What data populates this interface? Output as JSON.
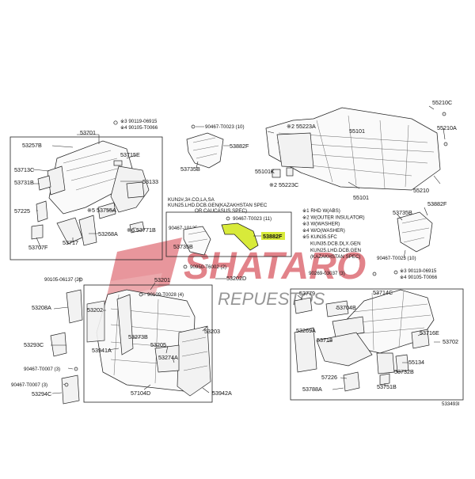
{
  "diagram": {
    "code": "533493I"
  },
  "watermark": {
    "brand": "SHATARO",
    "sub": "REPUESTOS",
    "color": "#cc1f2b"
  },
  "highlight": {
    "label": "53882F",
    "color": "#d8ea3a"
  },
  "notes_upper": {
    "k1": "KUN2#,3#.CO,LA,SA",
    "k2": "KUN25.LHD.DCB.GEN(KAZAKHSTAN SPEC",
    "k3": "OR CAUCASUS SPEC)"
  },
  "legend": [
    "※1 RHD W(ABS)",
    "※2 W(OUTER INSULATOR)",
    "※3 W(WASHER)",
    "※4 W/O(WASHER)",
    "※5 KUN35.5FC",
    "KUN35.DCB.DLX.GEN",
    "KUN25.LHD.DCB.GEN",
    "(KAZAKHSTAN SPEC)"
  ],
  "labels": {
    "p53701": "53701",
    "p53257B": "53257B",
    "p53713C": "53713C",
    "p53731B": "53731B",
    "p57225": "57225",
    "p53707F": "53707F",
    "p53717": "53717",
    "p53715E": "53715E",
    "p53133": "53133",
    "p53755A": "※5 53755A",
    "p53771B": "※6 53771B",
    "p53268A": "53268A",
    "s1": "※3 90119-06915",
    "s2": "※4 90105-T0066",
    "p90467a": "90467-T0023 (10)",
    "p53882Fa": "53882F",
    "p53735Ba": "53735B",
    "p90467b": "90467-T0023 (11)",
    "p90467c": "90467-10135",
    "p53735Bb": "53735B",
    "p90950": "90950-T6002 (2)",
    "p53202D": "53202D",
    "p55223A": "※2 55223A",
    "p55101": "55101",
    "p55101K": "55101K",
    "p55223C": "※2 55223C",
    "p55210C": "55210C",
    "p55210A": "55210A",
    "p55210": "55210",
    "p53735Bc": "53735B",
    "p53882Fc": "53882F",
    "p90467d": "90467-T0023 (10)",
    "p90269": "90269-03037 (3)",
    "s3": "※3 90119-06915",
    "s4": "※4 90105-T0066",
    "p90105": "90105-06137 (2)",
    "p53201": "53201",
    "p90109": "90109-T0028 (4)",
    "p53208A": "53208A",
    "p53202": "53202",
    "p53273B": "53273B",
    "p53941A": "53941A",
    "p53205": "53205",
    "p53203": "53203",
    "p53274A": "53274A",
    "p53293C": "53293C",
    "p90467e": "90467-T0007 (3)",
    "p90467f": "90467-T0007 (3)",
    "p53294C": "53294C",
    "p57104D": "57104D",
    "p53942A": "53942A",
    "p53779": "53779",
    "p53704B": "53704B",
    "p53714C": "53714C",
    "p53269A": "53269A",
    "p53718": "53718",
    "p53716E": "53716E",
    "p53702": "53702",
    "p57226": "57226",
    "p55134": "55134",
    "p53732B": "53732B",
    "p53788A": "53788A",
    "p53751B": "53751B"
  }
}
